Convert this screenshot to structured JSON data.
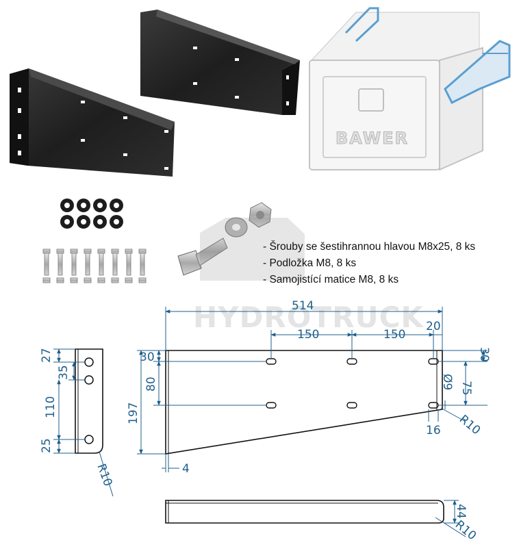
{
  "brand_box_label": "BAWER",
  "watermark": "HYDROTRUCK",
  "spec_lines": [
    "- Šrouby se šestihrannou hlavou M8x25, 8 ks",
    "- Podložka M8, 8 ks",
    "- Samojistící matice M8, 8 ks"
  ],
  "dimensions": {
    "side": {
      "d27": "27",
      "d35": "35",
      "d110": "110",
      "d25": "25",
      "r10": "R10"
    },
    "front": {
      "overall_width": "514",
      "spacing_1": "150",
      "spacing_2": "150",
      "edge": "20",
      "top_left": "30",
      "top_right": "30",
      "hole_row": "80",
      "height": "197",
      "thickness": "4",
      "hole_dia": "Ø9",
      "vert_75": "75",
      "d16": "16",
      "r10": "R10"
    },
    "top": {
      "d44": "44",
      "r10": "R10"
    }
  },
  "colors": {
    "dimension": "#1f5f8c",
    "bracket": "#2a2a2a",
    "outline": "#111111"
  }
}
